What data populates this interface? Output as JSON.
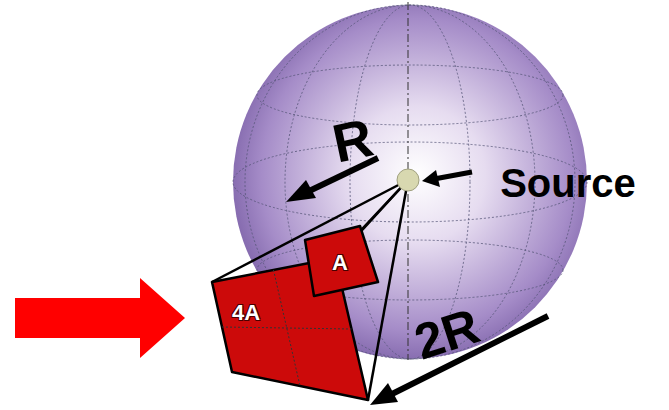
{
  "diagram": {
    "nodes": [
      {
        "text": [
          "A"
        ]
      },
      {
        "text": [
          "4A"
        ]
      }
    ],
    "labels": [
      "R",
      "Source",
      "2R"
    ]
  }
}
